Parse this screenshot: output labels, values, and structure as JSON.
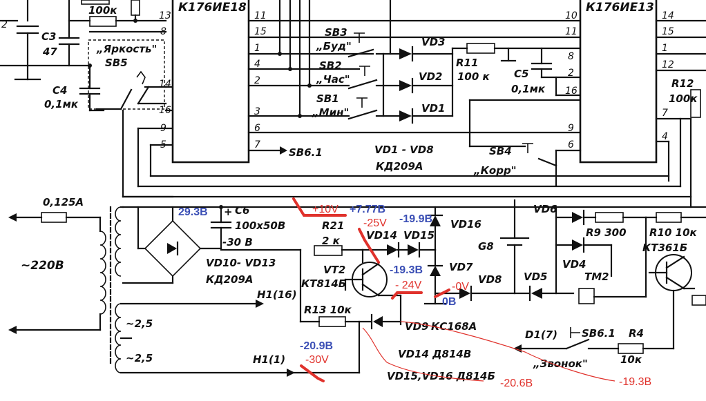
{
  "chips": {
    "left": "К176ИЕ18",
    "right": "К176ИЕ13"
  },
  "left_chip_pins": [
    "13",
    "8",
    "14",
    "16",
    "9",
    "5"
  ],
  "left_chip_right_pins": [
    "11",
    "15",
    "1",
    "4",
    "2",
    "3",
    "6",
    "7"
  ],
  "right_chip_left_pins": [
    "10",
    "11",
    "8",
    "2",
    "16",
    "9",
    "6"
  ],
  "right_chip_right_pins": [
    "14",
    "15",
    "1",
    "12",
    "7",
    "4"
  ],
  "labels": {
    "r_top": "100к",
    "c3": "С3",
    "c3_val": "47",
    "brightness": "„Яркость\"",
    "sb5": "SB5",
    "c4": "С4",
    "c4_val": "0,1мк",
    "left_edge_2": "2",
    "sb3": "SB3",
    "sb3_name": "„Буд\"",
    "sb2": "SB2",
    "sb2_name": "„Час\"",
    "sb1": "SB1",
    "sb1_name": "„Мин\"",
    "vd3": "VD3",
    "vd2": "VD2",
    "vd1": "VD1",
    "r11": "R11",
    "r11_val": "100 к",
    "c5": "С5",
    "c5_val": "0,1мк",
    "r12": "R12",
    "r12_val": "100к",
    "sb6_1": "SB6.1",
    "vd_range": "VD1 - VD8",
    "vd_type": "КД209А",
    "sb4": "SB4",
    "korr": "„Корр\"",
    "fuse": "0,125А",
    "mains": "~220В",
    "c6": "С6",
    "c6_val": "100х50В",
    "minus30": "-30 В",
    "bridge": "VD10- VD13",
    "bridge_type": "КД209А",
    "r21": "R21",
    "r21_val": "2 к",
    "vd14": "VD14",
    "vd15": "VD15",
    "vd16": "VD16",
    "g8": "G8",
    "vd6": "VD6",
    "r9": "R9 300",
    "r10": "R10 10к",
    "kt361b": "КТ361Б",
    "vt2": "VT2",
    "kt814b": "КТ814Б",
    "vd7": "VD7",
    "vd8": "VD8",
    "vd5": "VD5",
    "vd4": "VD4",
    "tm2": "ТМ2",
    "h1_16": "Н1(16)",
    "r13": "R13 10к",
    "vd9": "VD9",
    "ks168a": "КС168А",
    "ac_25a": "~2,5",
    "ac_25b": "~2,5",
    "h1_1": "Н1(1)",
    "vd14_note": "VD14  Д814В",
    "vd1516_note": "VD15,VD16  Д814Б",
    "d1_7": "D1(7)",
    "sb6_1b": "SB6.1",
    "r4": "R4",
    "r4_val": "10к",
    "zvonok": "„Звонок\""
  },
  "annotations": {
    "blue_29_3": "29.3В",
    "blue_7_77": "+7.77В",
    "blue_19_9": "-19.9В",
    "blue_19_3": "-19.3В",
    "blue_0b": "0В",
    "blue_20_9": "-20.9В",
    "red_10v": "+10V",
    "red_25v": "-25V",
    "red_24v": "- 24V",
    "red_0v": "-0V",
    "red_30v": "-30V",
    "red_20_6": "-20.6В",
    "red_19_3": "-19.3В"
  },
  "colors": {
    "ink": "#111111",
    "annotation_blue": "#3b4fb5",
    "annotation_red": "#e0322c"
  }
}
